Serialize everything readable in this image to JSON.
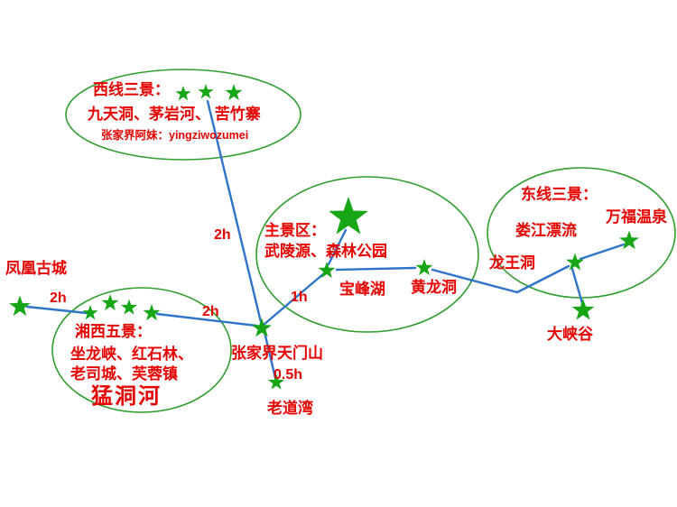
{
  "colors": {
    "label_red": "#e60000",
    "star_green": "#16a616",
    "ellipse_green": "#2f9e2f",
    "route_blue": "#2e74c8",
    "background": "#ffffff"
  },
  "groups": {
    "west": {
      "title": "西线三景：",
      "spots": "九天洞、茅岩河、 苦竹寨",
      "watermark": "张家界阿妹：yingziwozumei"
    },
    "main": {
      "title": "主景区：",
      "spots": "武陵源、森林公园",
      "baofeng_label": "宝峰湖",
      "huanglong_label": "黄龙洞"
    },
    "east": {
      "title": "东线三景：",
      "wanfu_label": "万福温泉",
      "loujiang_label": "娄江漂流",
      "longwang_label": "龙王洞"
    },
    "xiangxi": {
      "title": "湘西五景：",
      "spots_line1": "坐龙峡、红石林、",
      "spots_line2": "老司城、芙蓉镇",
      "mengdong_label": "猛洞河"
    }
  },
  "places": {
    "fenghuang": "凤凰古城",
    "tianmen": "张家界天门山",
    "laodaowan": "老道湾",
    "daxiagu": "大峡谷"
  },
  "travel_times": {
    "west_to_tianmen": "2h",
    "fenghuang_to_xiangxi": "2h",
    "xiangxi_to_tianmen": "2h",
    "tianmen_to_baofeng": "1h",
    "tianmen_to_laodaowan": "0.5h"
  }
}
